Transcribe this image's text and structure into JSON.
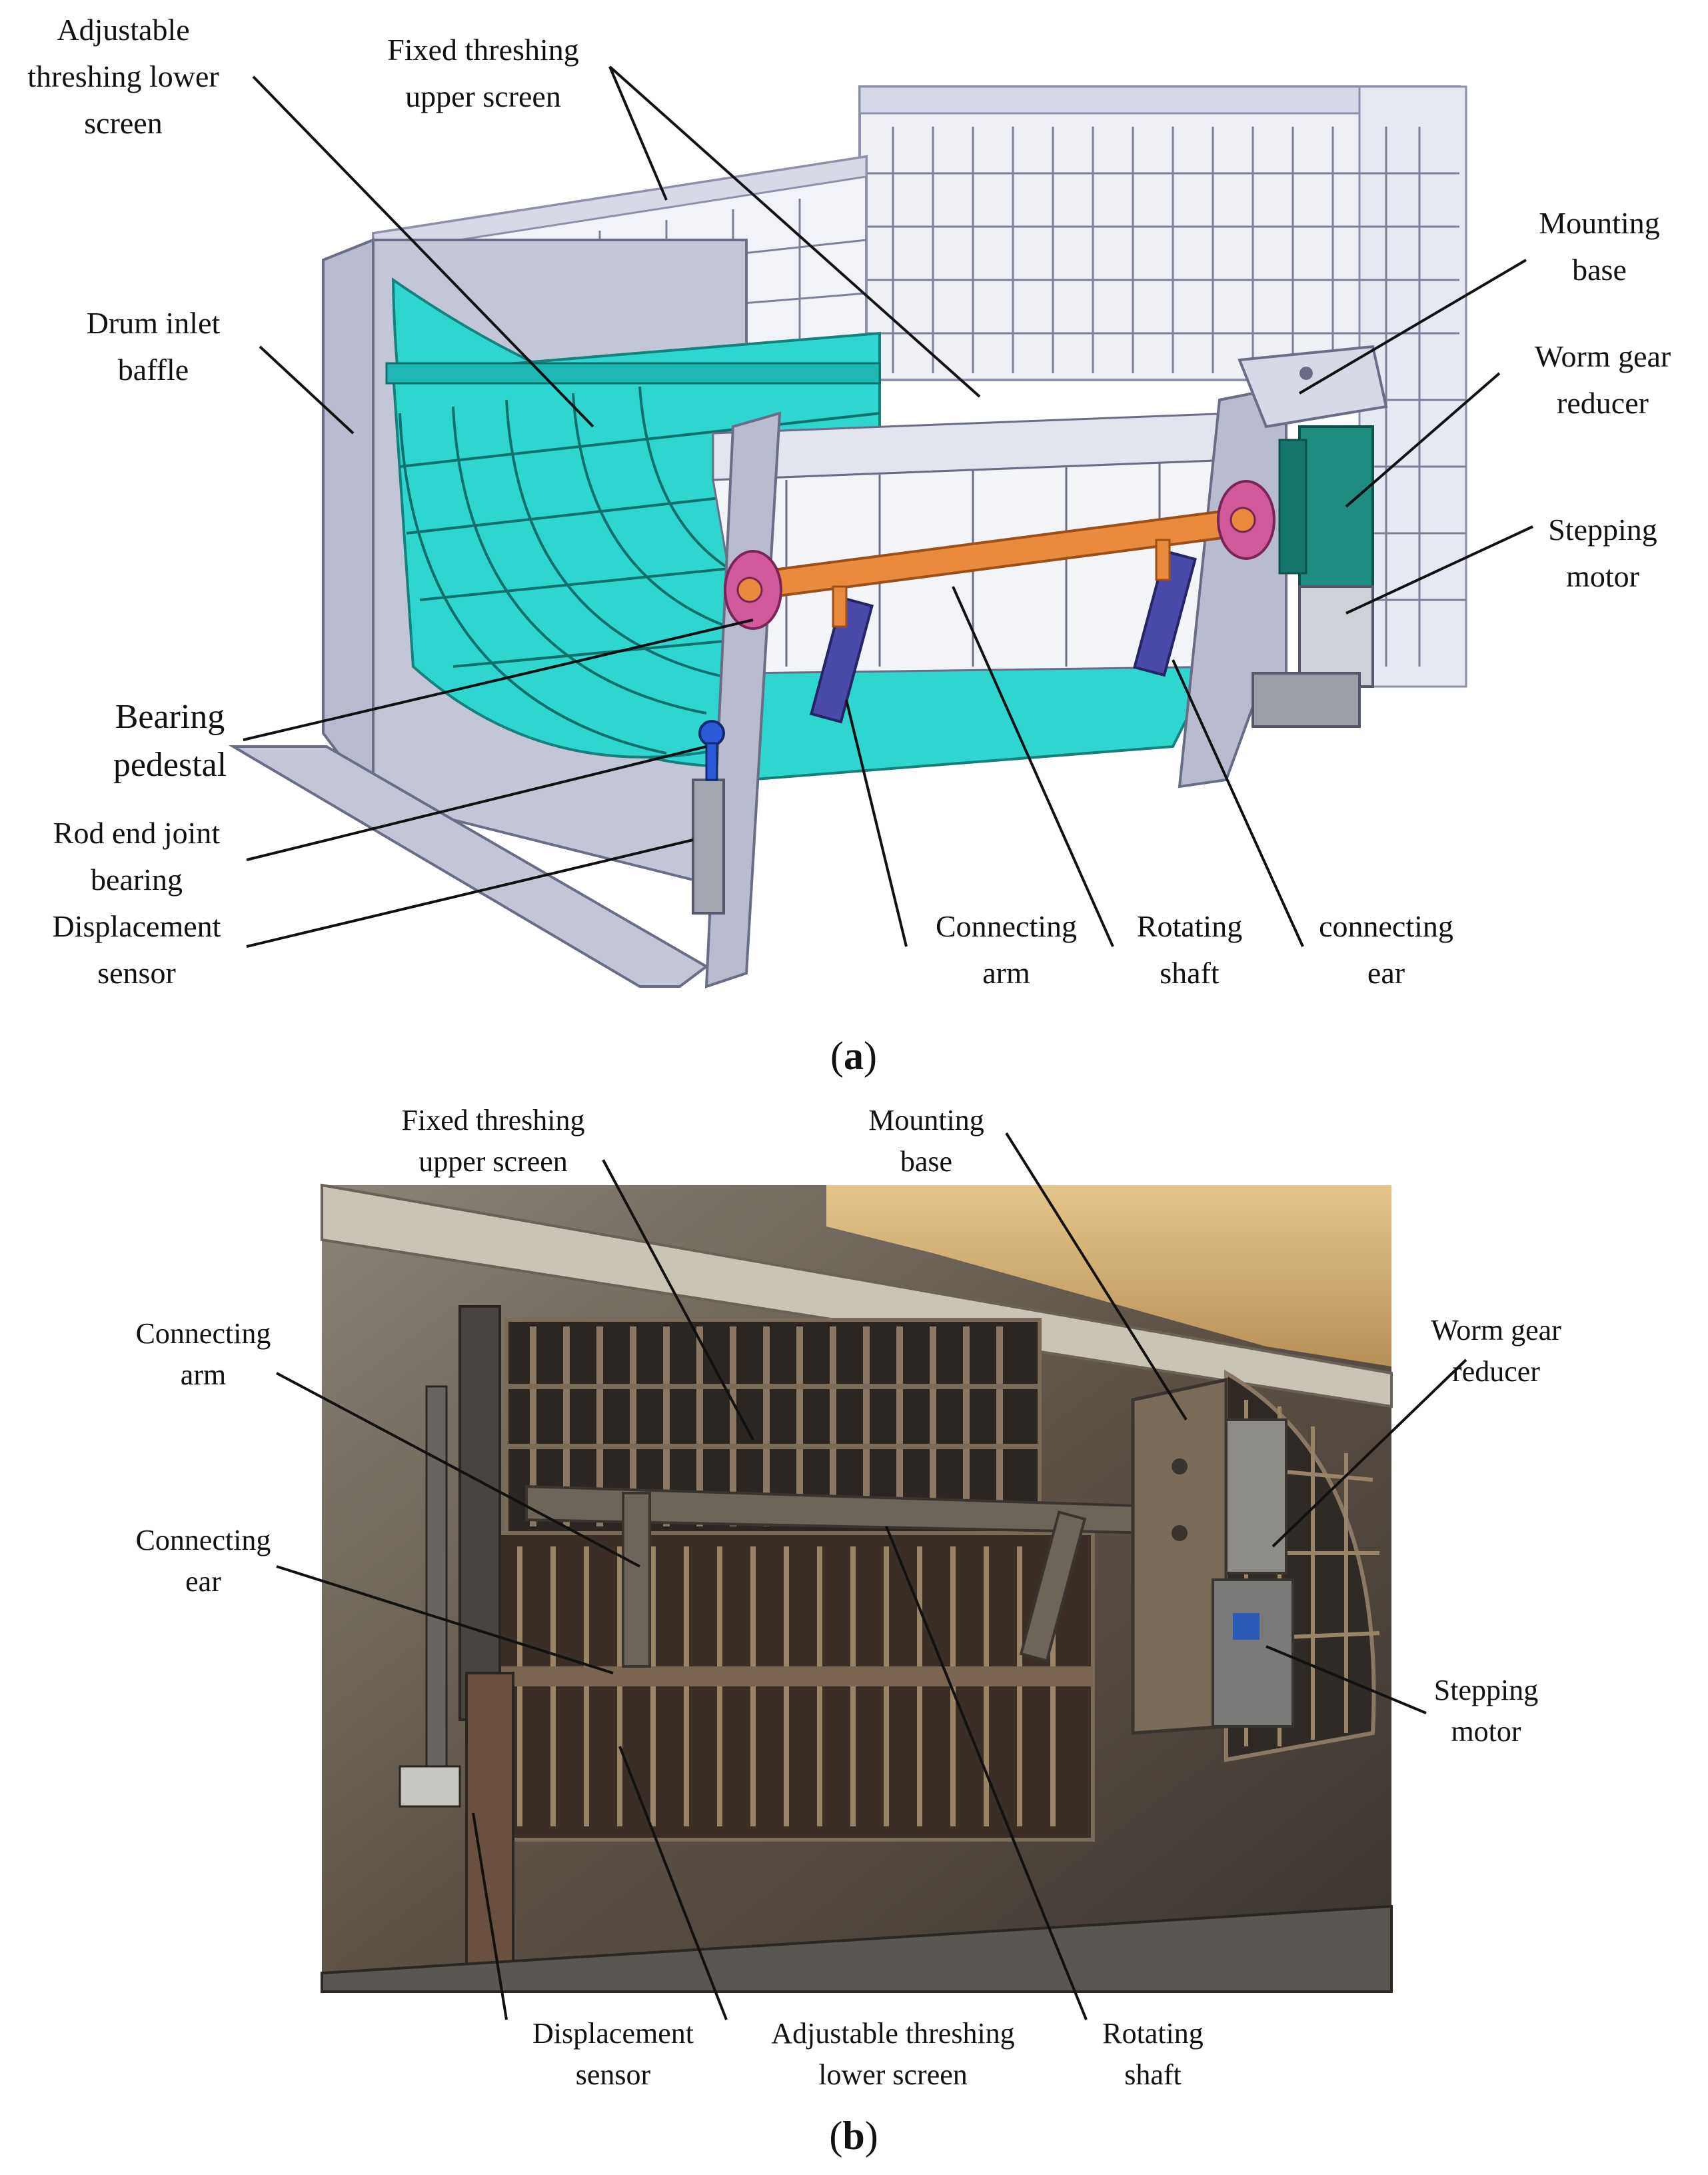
{
  "figure": {
    "panel_a": {
      "caption_letter": "a",
      "labels": {
        "adjustable_lower_screen": "Adjustable\nthreshing lower\nscreen",
        "fixed_upper_screen": "Fixed threshing\nupper screen",
        "drum_inlet_baffle": "Drum inlet\nbaffle",
        "mounting_base": "Mounting\nbase",
        "worm_gear_reducer": "Worm gear\nreducer",
        "stepping_motor": "Stepping\nmotor",
        "bearing_pedestal": "Bearing\npedestal",
        "rod_end_joint_bearing": "Rod end joint\nbearing",
        "displacement_sensor": "Displacement\nsensor",
        "connecting_arm": "Connecting\narm",
        "rotating_shaft": "Rotating\nshaft",
        "connecting_ear": "connecting\near"
      }
    },
    "panel_b": {
      "caption_letter": "b",
      "labels": {
        "fixed_upper_screen": "Fixed threshing\nupper screen",
        "mounting_base": "Mounting\nbase",
        "connecting_arm": "Connecting\narm",
        "worm_gear_reducer": "Worm gear\nreducer",
        "connecting_ear": "Connecting\near",
        "stepping_motor": "Stepping\nmotor",
        "displacement_sensor": "Displacement\nsensor",
        "adjustable_lower_screen": "Adjustable threshing\nlower screen",
        "rotating_shaft": "Rotating\nshaft"
      }
    }
  },
  "colors": {
    "cad_screen": "#2fd6d0",
    "cad_frame": "#b9bccf",
    "cad_shaft": "#e98a3c",
    "cad_arm": "#4a4aa8",
    "cad_reducer": "#1e8d80",
    "cad_pedestal": "#d05a9a",
    "photo_metal": "#6a5a4a",
    "photo_sky": "#d9b56a"
  }
}
